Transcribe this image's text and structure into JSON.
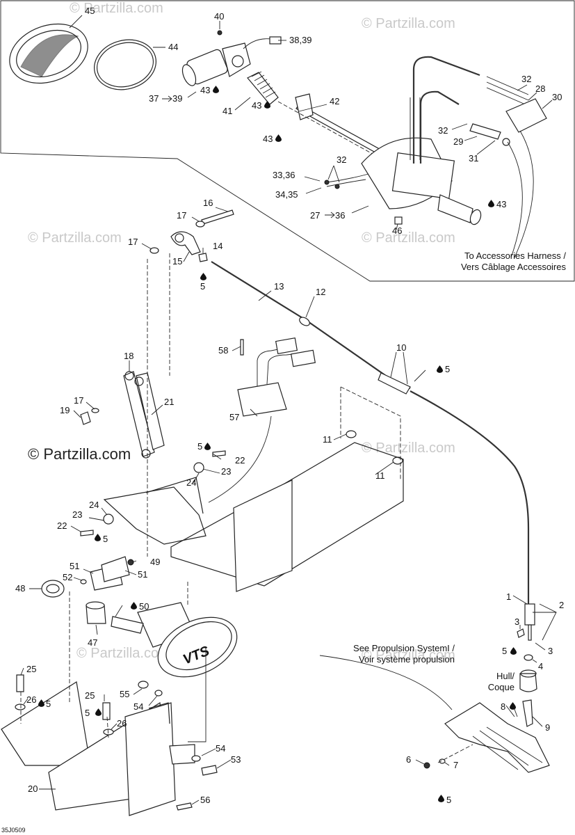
{
  "watermark": {
    "text": "© Partzilla.com"
  },
  "drawing_code": "35J0509",
  "notes": {
    "accessories_en": "To Accessories Harness /",
    "accessories_fr": "Vers Câblage Accessoires",
    "propulsion_en": "See Propulsion SystemI /",
    "propulsion_fr": "Voir système propulsion",
    "hull_en": "Hull/",
    "hull_fr": "Coque",
    "vts_logo": "VTS"
  },
  "callouts": {
    "p45": "45",
    "p44": "44",
    "p40": "40",
    "p38_39": "38,39",
    "p37_39": "37",
    "p37_39_end": "39",
    "p43a": "43",
    "p41": "41",
    "p43b": "43",
    "p42": "42",
    "p43c": "43",
    "p32a": "32",
    "p28": "28",
    "p30": "30",
    "p32b": "32",
    "p29": "29",
    "p31": "31",
    "p32c": "32",
    "p33_36": "33,36",
    "p34_35": "34,35",
    "p27": "27",
    "p27_end": "36",
    "p43d": "43",
    "p46": "46",
    "p16": "16",
    "p17a": "17",
    "p17b": "17",
    "p14": "14",
    "p15": "15",
    "p5a": "5",
    "p13": "13",
    "p12": "12",
    "p10": "10",
    "p5b": "5",
    "p58": "58",
    "p18": "18",
    "p17c": "17",
    "p19": "19",
    "p21": "21",
    "p57": "57",
    "p11a": "11",
    "p11b": "11",
    "p5c": "5",
    "p22a": "22",
    "p23a": "23",
    "p24a": "24",
    "p24b": "24",
    "p23b": "23",
    "p22b": "22",
    "p5d": "5",
    "p49": "49",
    "p51a": "51",
    "p52": "52",
    "p51b": "51",
    "p48": "48",
    "p50": "50",
    "p47": "47",
    "p1": "1",
    "p2": "2",
    "p3a": "3",
    "p3b": "3",
    "p5e": "5",
    "p4": "4",
    "p8": "8",
    "p9": "9",
    "p25a": "25",
    "p5f": "5",
    "p26a": "26",
    "p25b": "25",
    "p5g": "5",
    "p26b": "26",
    "p55": "55",
    "p54a": "54",
    "p54b": "54",
    "p53": "53",
    "p20": "20",
    "p56": "56",
    "p6": "6",
    "p7": "7",
    "p5h": "5"
  }
}
